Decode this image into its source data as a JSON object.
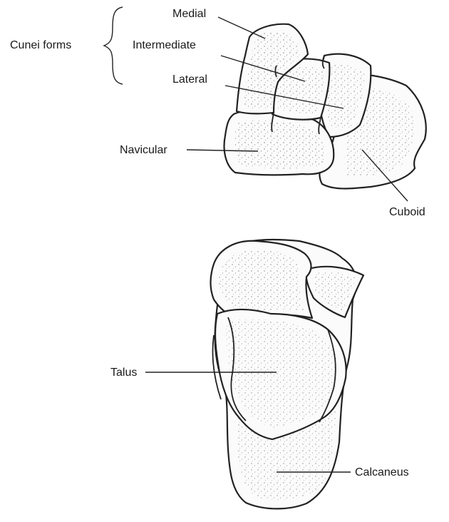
{
  "labels": {
    "cuneiforms": "Cunei forms",
    "medial": "Medial",
    "intermediate": "Intermediate",
    "lateral": "Lateral",
    "navicular": "Navicular",
    "cuboid": "Cuboid",
    "talus": "Talus",
    "calcaneus": "Calcaneus"
  }
}
